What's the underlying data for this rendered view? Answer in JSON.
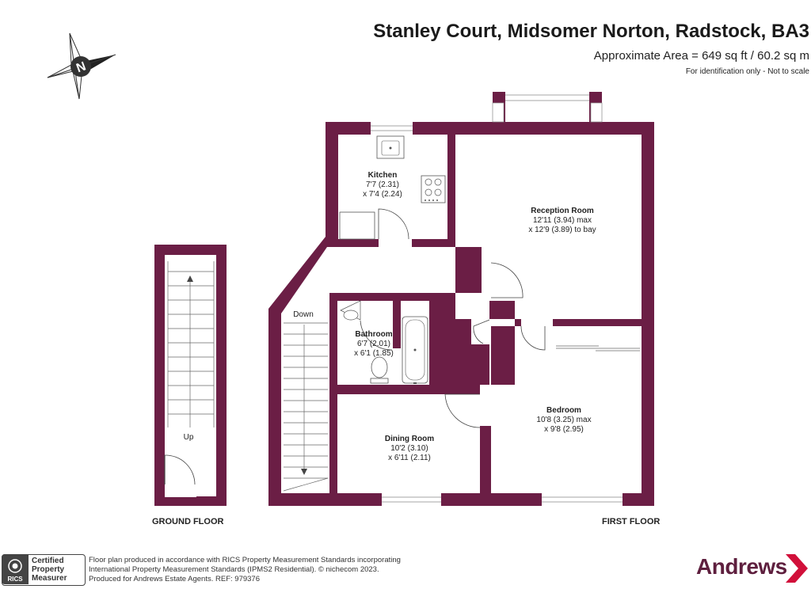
{
  "header": {
    "title": "Stanley Court, Midsomer Norton, Radstock, BA3",
    "area": "Approximate Area = 649 sq ft / 60.2 sq m",
    "note": "For identification only - Not to scale"
  },
  "compass": {
    "letter": "N"
  },
  "colors": {
    "wall": "#6b1e45",
    "brand": "#5e1f3e",
    "accent": "#d1103a",
    "ink": "#222222"
  },
  "rooms": {
    "kitchen": {
      "name": "Kitchen",
      "dim1": "7'7 (2.31)",
      "dim2": "x 7'4 (2.24)"
    },
    "reception": {
      "name": "Reception Room",
      "dim1": "12'11 (3.94) max",
      "dim2": "x 12'9 (3.89) to bay"
    },
    "bathroom": {
      "name": "Bathroom",
      "dim1": "6'7 (2.01)",
      "dim2": "x 6'1 (1.85)"
    },
    "bedroom": {
      "name": "Bedroom",
      "dim1": "10'8 (3.25) max",
      "dim2": "x 9'8 (2.95)"
    },
    "dining": {
      "name": "Dining Room",
      "dim1": "10'2 (3.10)",
      "dim2": "x 6'11 (2.11)"
    }
  },
  "stairs": {
    "down": "Down",
    "up": "Up"
  },
  "floors": {
    "ground": "GROUND FLOOR",
    "first": "FIRST FLOOR"
  },
  "badge": {
    "line1": "Certified",
    "line2": "Property",
    "line3": "Measurer",
    "logo": "RICS"
  },
  "footer": {
    "line1": "Floor plan produced in accordance with RICS Property Measurement Standards incorporating",
    "line2": "International Property Measurement Standards (IPMS2 Residential).  © nichecom 2023.",
    "line3": "Produced for Andrews Estate Agents.   REF:  979376"
  },
  "brand": {
    "name": "Andrews"
  }
}
